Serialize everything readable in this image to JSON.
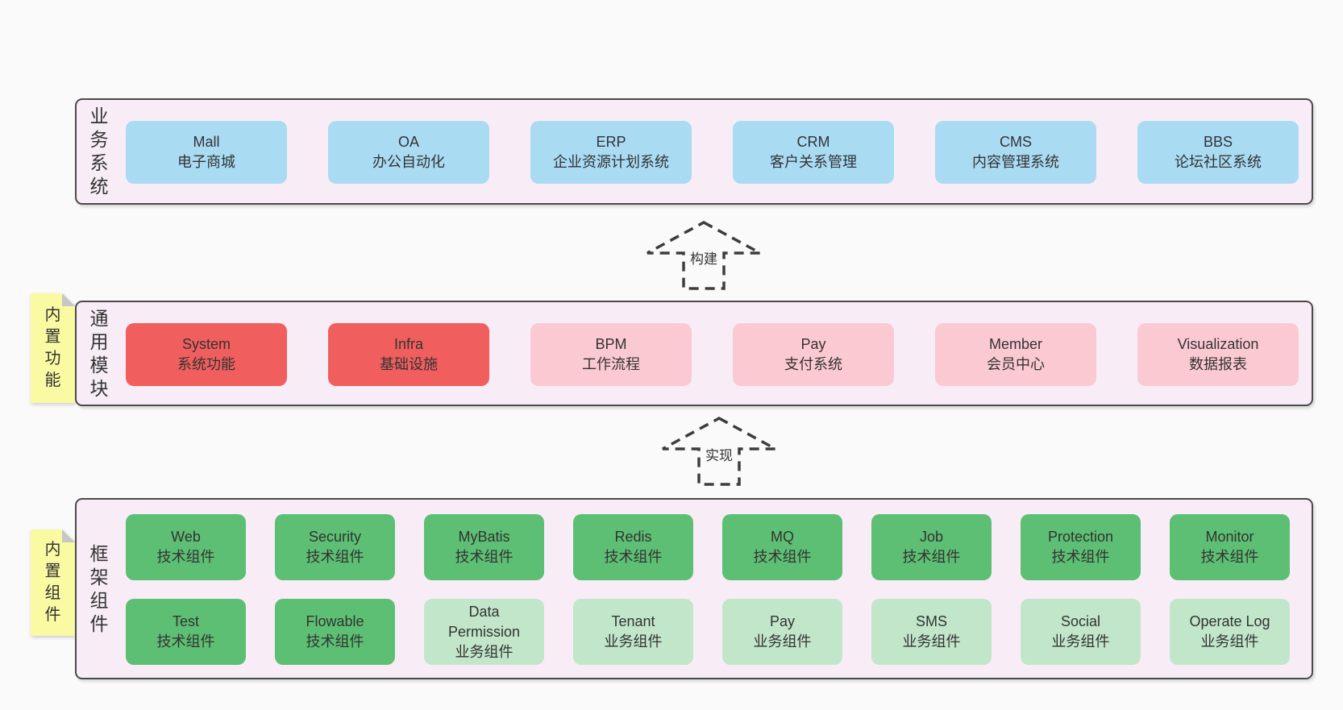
{
  "colors": {
    "page_bg": "#fafafa",
    "band_bg": "#f8edf6",
    "band_border": "#4a4a4a",
    "blue_box": "#a9dbf3",
    "red_box": "#f05e5e",
    "pink_box": "#fbc9d2",
    "green_box": "#5dbf73",
    "light_green_box": "#c1e6c9",
    "note_yellow": "#fafaa3",
    "note_fold_gray": "#c6c6c6",
    "text": "#333333"
  },
  "arrows": [
    {
      "label": "构建"
    },
    {
      "label": "实现"
    }
  ],
  "bands": [
    {
      "label": "业务系统",
      "rows": [
        [
          {
            "name": "Mall",
            "desc": "电子商城"
          },
          {
            "name": "OA",
            "desc": "办公自动化"
          },
          {
            "name": "ERP",
            "desc": "企业资源计划系统"
          },
          {
            "name": "CRM",
            "desc": "客户关系管理"
          },
          {
            "name": "CMS",
            "desc": "内容管理系统"
          },
          {
            "name": "BBS",
            "desc": "论坛社区系统"
          }
        ]
      ]
    },
    {
      "label": "通用模块",
      "note": "内置功能",
      "rows": [
        [
          {
            "name": "System",
            "desc": "系统功能"
          },
          {
            "name": "Infra",
            "desc": "基础设施"
          },
          {
            "name": "BPM",
            "desc": "工作流程"
          },
          {
            "name": "Pay",
            "desc": "支付系统"
          },
          {
            "name": "Member",
            "desc": "会员中心"
          },
          {
            "name": "Visualization",
            "desc": "数据报表"
          }
        ]
      ]
    },
    {
      "label": "框架组件",
      "note": "内置组件",
      "rows": [
        [
          {
            "name": "Web",
            "desc": "技术组件"
          },
          {
            "name": "Security",
            "desc": "技术组件"
          },
          {
            "name": "MyBatis",
            "desc": "技术组件"
          },
          {
            "name": "Redis",
            "desc": "技术组件"
          },
          {
            "name": "MQ",
            "desc": "技术组件"
          },
          {
            "name": "Job",
            "desc": "技术组件"
          },
          {
            "name": "Protection",
            "desc": "技术组件"
          },
          {
            "name": "Monitor",
            "desc": "技术组件"
          }
        ],
        [
          {
            "name": "Test",
            "desc": "技术组件"
          },
          {
            "name": "Flowable",
            "desc": "技术组件"
          },
          {
            "name": "Data Permission",
            "desc": "业务组件"
          },
          {
            "name": "Tenant",
            "desc": "业务组件"
          },
          {
            "name": "Pay",
            "desc": "业务组件"
          },
          {
            "name": "SMS",
            "desc": "业务组件"
          },
          {
            "name": "Social",
            "desc": "业务组件"
          },
          {
            "name": "Operate Log",
            "desc": "业务组件"
          }
        ]
      ]
    }
  ]
}
